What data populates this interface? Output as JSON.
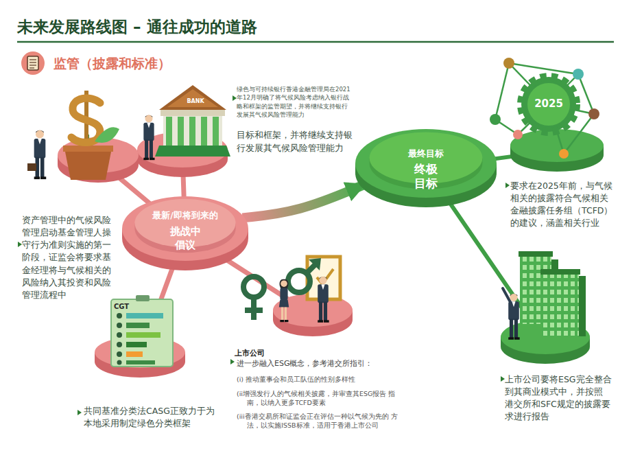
{
  "diagram": {
    "title": "未来发展路线图 – 通往成功的道路",
    "nodes": [
      {
        "text": [
          "绿色与可持续银行香港金融管理局在2021 年12月明确了将气候风险考虑纳入银行战 略和框架的监管期望，并将继续支持银行 发展其气候风险管理能力",
          "目标和框架，并将继续支持银 行发展其气候风险管理能力"
        ]
      },
      {
        "text": [
          "资产管理中的气候风险 管理启动基金管理人操 守行为准则实施的第一 阶段，证监会将要求基 金经理将与气候相关的 风险纳入其投资和风险 管理流程中"
        ]
      },
      {
        "text": [
          "最新/即将到来的",
          "挑战中 倡议"
        ]
      },
      {
        "text": [
          "最终目标",
          "终极 目标"
        ]
      },
      {
        "text": [
          "要求在2025年前，与气候 相关的披露符合气候相关 金融披露任务组（TCFD） 的建议，涵盖相关行业"
        ]
      },
      {
        "text": [
          "上市公司",
          "进一步融入ESG概念，参考港交所指引：",
          "(i) 推动董事会和员工队伍的性别多样性",
          "(ii增强发行人的气候相关披露，并审查其ESG报告 指南，以纳入更多TCFD要素",
          "(iii香港交易所和证监会正在评估一种以气候为先的 方法，以实施ISSB标准，适用于香港上市公司"
        ]
      },
      {
        "text": [
          "上市公司要将ESG完全整合 到其商业模式中，并按照 港交所和SFC规定的披露要 求进行报告"
        ]
      },
      {
        "text": [
          "共同基准分类法CASG正致力于为 本地采用制定绿色分类框架"
        ]
      }
    ],
    "edges": [
      {
        "from": 2,
        "to": 0,
        "arrow": "none"
      },
      {
        "from": 2,
        "to": 1,
        "arrow": "none"
      },
      {
        "from": 2,
        "to": 7,
        "arrow": "none"
      },
      {
        "from": 2,
        "to": 5,
        "arrow": "none"
      },
      {
        "from": 2,
        "to": 3,
        "arrow": "to"
      },
      {
        "from": 3,
        "to": 4,
        "arrow": "none"
      },
      {
        "from": 3,
        "to": 6,
        "arrow": "none"
      }
    ],
    "labels": [
      "监管（披露和标准）",
      "BANK",
      "CGT",
      "2025"
    ]
  }
}
